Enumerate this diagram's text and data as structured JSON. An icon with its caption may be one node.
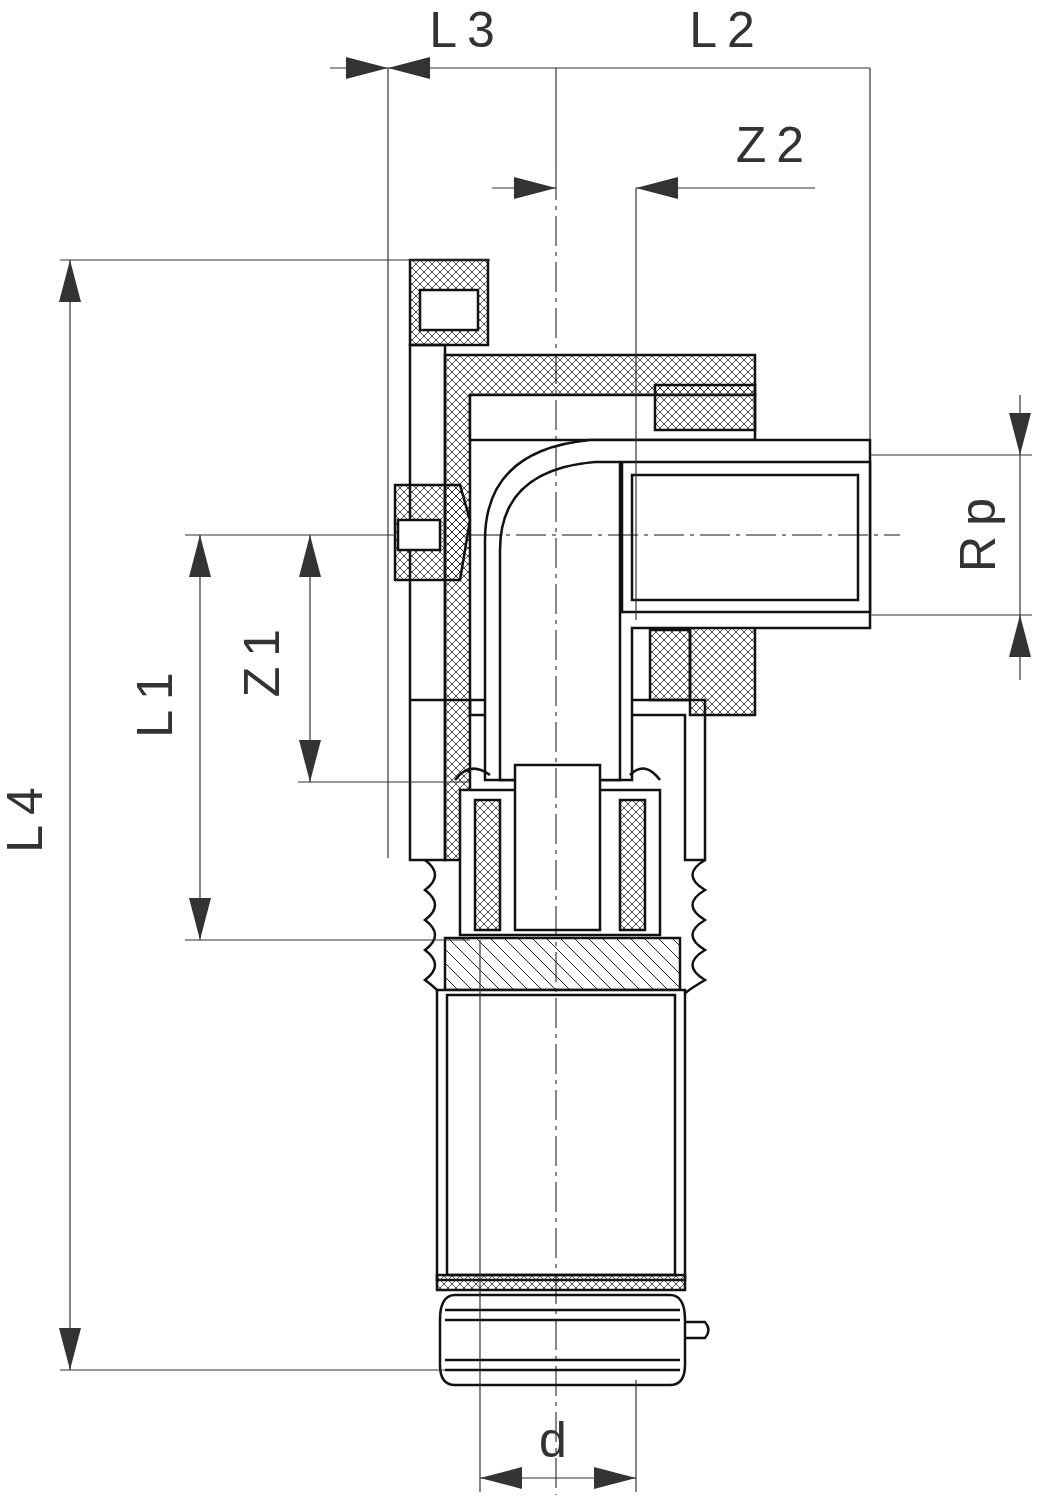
{
  "diagram": {
    "labels": [
      "L3",
      "L2",
      "Z2",
      "Rp",
      "L1",
      "Z1",
      "L4",
      "d"
    ]
  }
}
